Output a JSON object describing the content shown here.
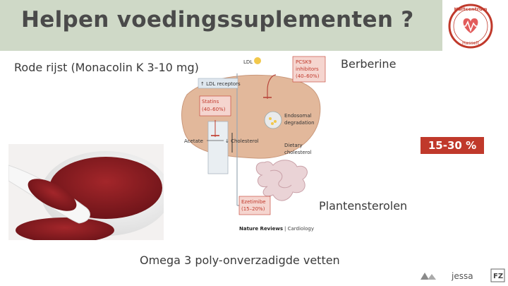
{
  "slide": {
    "title": "Helpen voedingssuplementen ?",
    "labels": {
      "red_rice": "Rode rijst (Monacolin K 3-10 mg)",
      "berberine": "Berberine",
      "plant_sterols": "Plantensterolen",
      "omega3": "Omega 3 poly-onverzadigde vetten"
    },
    "badge": "15-30 %",
    "badge_color": "#c0392b"
  },
  "logo": {
    "line1": "Hartcentrum",
    "line2": "Hasselt"
  },
  "diagram": {
    "ldl": "LDL",
    "pcsk9": "PCSK9",
    "pcsk9_sub": "inhibitors",
    "pcsk9_pct": "(40–60%)",
    "ldl_receptors": "↑ LDL receptors",
    "statins": "Statins",
    "statins_pct": "(40–60%)",
    "endosomal": "Endosomal",
    "degradation": "degradation",
    "acetate": "Acetate",
    "cholesterol": "↓ Cholesterol",
    "dietary": "Dietary",
    "dietary2": "cholesterol",
    "ezetimibe": "Ezetimibe",
    "ezetimibe_pct": "(15–20%)",
    "source_journal": "Nature Reviews",
    "source_section": "| Cardiology"
  },
  "footer": {
    "jessa": "jessa",
    "fz": "FZ"
  }
}
